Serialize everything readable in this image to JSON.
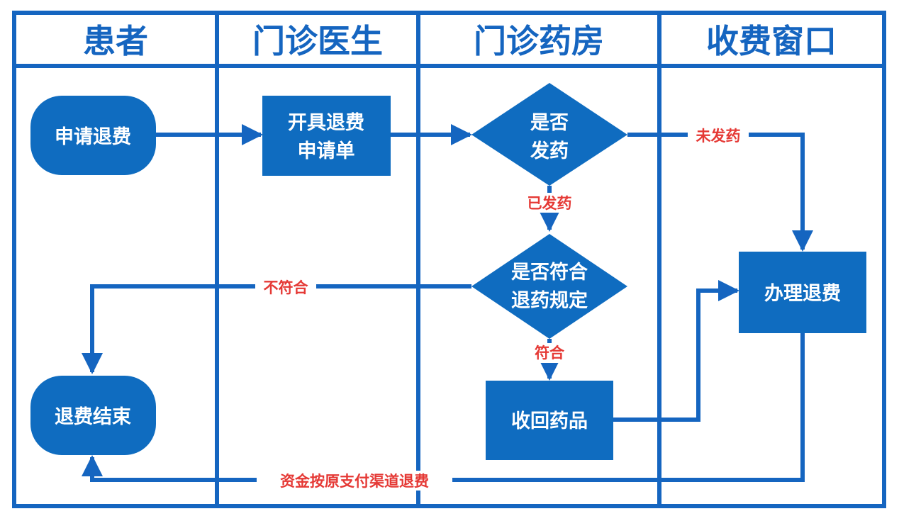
{
  "lanes": [
    {
      "id": "patient",
      "title": "患者"
    },
    {
      "id": "doctor",
      "title": "门诊医生"
    },
    {
      "id": "pharmacy",
      "title": "门诊药房"
    },
    {
      "id": "cashier",
      "title": "收费窗口"
    }
  ],
  "nodes": {
    "apply_refund": {
      "shape": "terminal",
      "lines": [
        "申请退费"
      ]
    },
    "issue_form": {
      "shape": "process",
      "lines": [
        "开具退费",
        "申请单"
      ]
    },
    "dispensed_check": {
      "shape": "decision",
      "lines": [
        "是否",
        "发药"
      ]
    },
    "return_rule_check": {
      "shape": "decision",
      "lines": [
        "是否符合",
        "退药规定"
      ]
    },
    "recover_drugs": {
      "shape": "process",
      "lines": [
        "收回药品"
      ]
    },
    "process_refund": {
      "shape": "process",
      "lines": [
        "办理退费"
      ]
    },
    "refund_end": {
      "shape": "terminal",
      "lines": [
        "退费结束"
      ]
    }
  },
  "edge_labels": {
    "not_dispensed": "未发药",
    "dispensed": "已发药",
    "not_compliant": "不符合",
    "compliant": "符合",
    "refund_channel": "资金按原支付渠道退费"
  },
  "colors": {
    "frame": "#1565c0",
    "node_fill": "#0f6cc0",
    "label": "#e53935",
    "background": "#ffffff"
  }
}
